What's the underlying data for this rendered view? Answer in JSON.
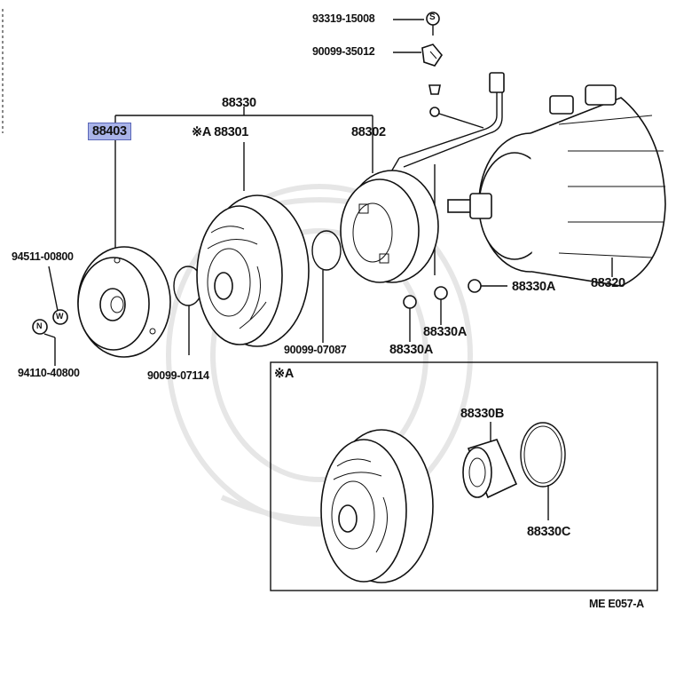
{
  "diagram": {
    "labels": {
      "p93319": "93319-15008",
      "p90099_35012": "90099-35012",
      "p88330": "88330",
      "p88403": "88403",
      "p88301": "※A 88301",
      "p88302": "88302",
      "p94511": "94511-00800",
      "p94110": "94110-40800",
      "p90099_07114": "90099-07114",
      "p90099_07087": "90099-07087",
      "p88330A_1": "88330A",
      "p88330A_2": "88330A",
      "p88330A_3": "88330A",
      "p88320": "88320",
      "inset_title": "※A",
      "p88330B": "88330B",
      "p88330C": "88330C",
      "ref": "ME  E057-A"
    },
    "marker_letters": {
      "s": "S",
      "w": "W",
      "n": "N"
    },
    "highlight_color": "#a9b3e8"
  }
}
